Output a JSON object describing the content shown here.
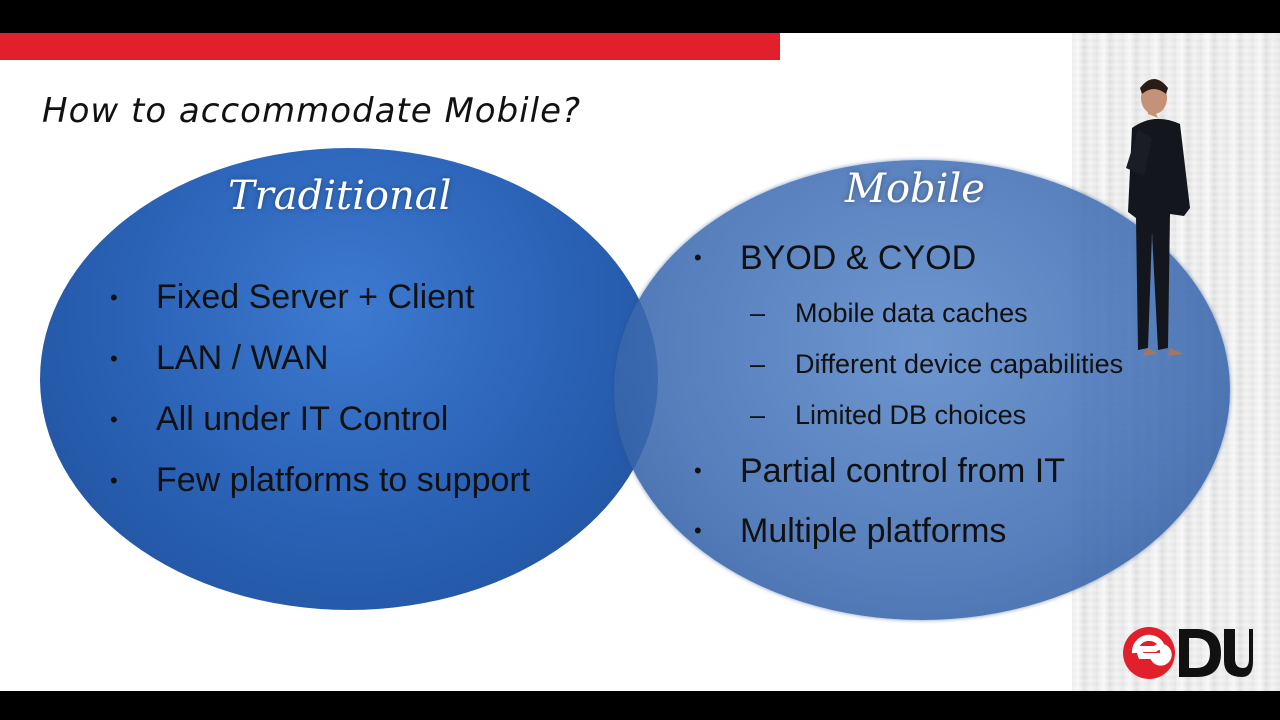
{
  "slide": {
    "title": "How to accommodate Mobile?",
    "traditional": {
      "heading": "Traditional",
      "bullets": [
        "Fixed Server + Client",
        "LAN / WAN",
        "All under IT Control",
        "Few platforms to support"
      ]
    },
    "mobile": {
      "heading": "Mobile",
      "bullet1": "BYOD & CYOD",
      "sub_bullets": [
        "Mobile data caches",
        "Different device capabilities",
        "Limited DB choices"
      ],
      "bullet2": "Partial control from IT",
      "bullet3": "Multiple platforms"
    }
  },
  "logo": {
    "text": "eDU"
  },
  "colors": {
    "accent": "#e2202b",
    "ellipse_blue": "#2a62b6",
    "ellipse_mobile": "#4e7ec4"
  },
  "icons": {
    "bullet": "•",
    "dash": "–"
  }
}
